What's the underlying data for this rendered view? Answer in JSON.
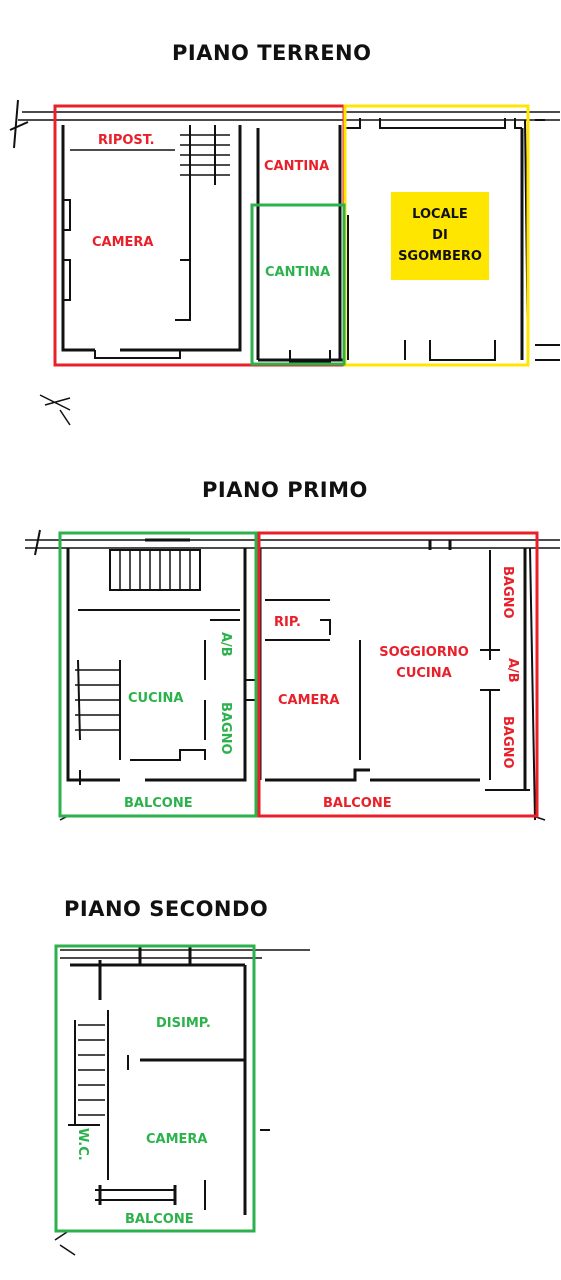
{
  "floors": {
    "ground": {
      "heading": "PIANO  TERRENO",
      "rooms": {
        "ripost": "RIPOST.",
        "camera": "CAMERA",
        "cantina_top": "CANTINA",
        "cantina_green": "CANTINA",
        "locale_line1": "LOCALE",
        "locale_line2": "DI",
        "locale_line3": "SGOMBERO"
      }
    },
    "first": {
      "heading": "PIANO  PRIMO",
      "rooms": {
        "ab_left": "A/B",
        "cucina": "CUCINA",
        "bagno_left": "BAGNO",
        "balcone_left": "BALCONE",
        "rip": "RIP.",
        "camera": "CAMERA",
        "soggiorno_line1": "SOGGIORNO",
        "soggiorno_line2": "CUCINA",
        "bagno_right_top": "BAGNO",
        "ab_right": "A/B",
        "bagno_right_bottom": "BAGNO",
        "balcone_right": "BALCONE"
      }
    },
    "second": {
      "heading": "PIANO  SECONDO",
      "rooms": {
        "disimp": "DISIMP.",
        "wc": "W.C.",
        "camera": "CAMERA",
        "balcone": "BALCONE"
      }
    }
  },
  "colors": {
    "red": "#e8202a",
    "green": "#2bb24c",
    "yellow": "#ffe600",
    "wall": "#111111"
  }
}
